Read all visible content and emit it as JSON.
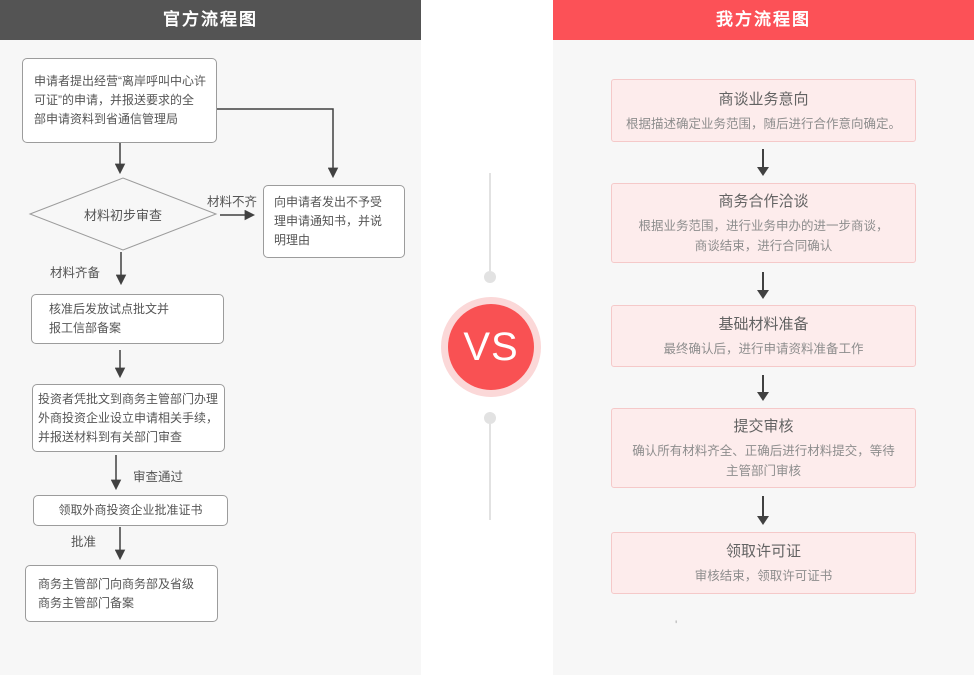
{
  "left_panel": {
    "title": "官方流程图",
    "steps": {
      "apply": "申请者提出经营“离岸呼叫中心许\n可证”的申请，并报送要求的全\n部申请资料到省通信管理局",
      "review": "材料初步审查",
      "reject": "向申请者发出不予受\n理申请通知书，并说\n明理由",
      "approve_issue": "核准后发放试点批文并\n报工信部备案",
      "investor": "投资者凭批文到商务主管部门办理\n外商投资企业设立申请相关手续，\n并报送材料到有关部门审查",
      "certificate": "领取外商投资企业批准证书",
      "record": "商务主管部门向商务部及省级\n商务主管部门备案"
    },
    "labels": {
      "material_incomplete": "材料不齐",
      "material_ready": "材料齐备",
      "review_passed": "审查通过",
      "approved": "批准"
    }
  },
  "divider": {
    "vs_label": "VS"
  },
  "right_panel": {
    "title": "我方流程图",
    "steps": [
      {
        "title": "商谈业务意向",
        "desc": "根据描述确定业务范围，随后进行合作意向确定。"
      },
      {
        "title": "商务合作洽谈",
        "desc": "根据业务范围，进行业务申办的进一步商谈，\n商谈结束，进行合同确认"
      },
      {
        "title": "基础材料准备",
        "desc": "最终确认后，进行申请资料准备工作"
      },
      {
        "title": "提交审核",
        "desc": "确认所有材料齐全、正确后进行材料提交，等待\n主管部门审核"
      },
      {
        "title": "领取许可证",
        "desc": "审核结束，领取许可证书"
      }
    ],
    "stray_mark": "'"
  },
  "colors": {
    "left_header_bg": "#545454",
    "right_header_bg": "#fc5157",
    "panel_bg": "#f7f7f7",
    "flow_line": "#414141",
    "box_border": "#9c9c9c",
    "pink_box_bg": "#fdecec",
    "pink_box_border": "#f5c9c9",
    "vs_circle": "#f95153",
    "vs_ring": "#fbd8d8",
    "divider_line": "#e2e2e2"
  }
}
